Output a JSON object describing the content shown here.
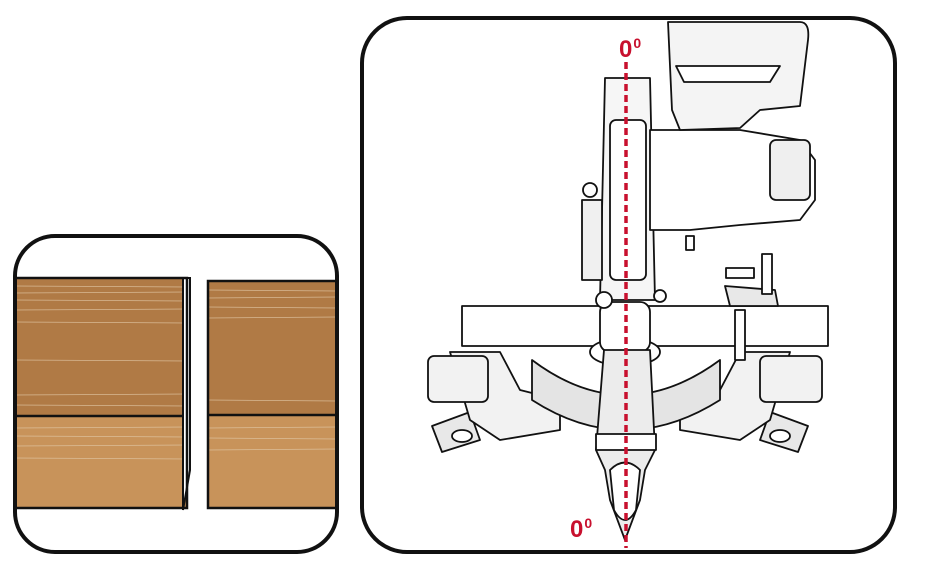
{
  "labels": {
    "top_angle": "0",
    "top_unit": "0",
    "bottom_angle": "0",
    "bottom_unit": "0"
  },
  "colors": {
    "angle_line": "#c8102e",
    "wood_top": "#b07a45",
    "wood_bottom": "#c8935a",
    "outline": "#111111"
  },
  "icons": [
    "wood-board-cut-icon",
    "miter-saw-icon"
  ]
}
